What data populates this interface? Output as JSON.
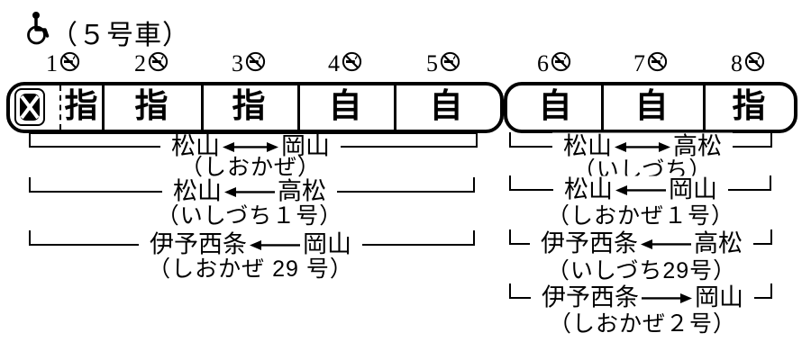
{
  "accessibility": {
    "icon": "wheelchair-icon",
    "note": "（５号車）"
  },
  "cars": [
    {
      "number": "1",
      "seat": "指",
      "no_smoking": true,
      "unit": 1,
      "front_mark": "green-car-x-mark",
      "front_partition": "dashed"
    },
    {
      "number": "2",
      "seat": "指",
      "no_smoking": true,
      "unit": 1
    },
    {
      "number": "3",
      "seat": "指",
      "no_smoking": true,
      "unit": 1
    },
    {
      "number": "4",
      "seat": "自",
      "no_smoking": true,
      "unit": 1
    },
    {
      "number": "5",
      "seat": "自",
      "no_smoking": true,
      "unit": 1
    },
    {
      "number": "6",
      "seat": "自",
      "no_smoking": true,
      "unit": 2
    },
    {
      "number": "7",
      "seat": "自",
      "no_smoking": true,
      "unit": 2
    },
    {
      "number": "8",
      "seat": "指",
      "no_smoking": true,
      "unit": 2
    }
  ],
  "routes": {
    "left": [
      {
        "from": "松山",
        "arrow": "both",
        "to": "岡山",
        "name": "（しおかぜ）"
      },
      {
        "from": "松山",
        "arrow": "left",
        "to": "高松",
        "name": "（いしづち１号）"
      },
      {
        "from": "伊予西条",
        "arrow": "left",
        "to": "岡山",
        "name": "（しおかぜ 29 号）"
      }
    ],
    "right": [
      {
        "from": "松山",
        "arrow": "both",
        "to": "高松",
        "name": "（いしづち）"
      },
      {
        "from": "松山",
        "arrow": "left",
        "to": "岡山",
        "name": "（しおかぜ１号）"
      },
      {
        "from": "伊予西条",
        "arrow": "left",
        "to": "高松",
        "name": "（いしづち29号）"
      },
      {
        "from": "伊予西条",
        "arrow": "right",
        "to": "岡山",
        "name": "（しおかぜ２号）"
      }
    ]
  },
  "colors": {
    "ink": "#000000",
    "background": "#ffffff"
  }
}
